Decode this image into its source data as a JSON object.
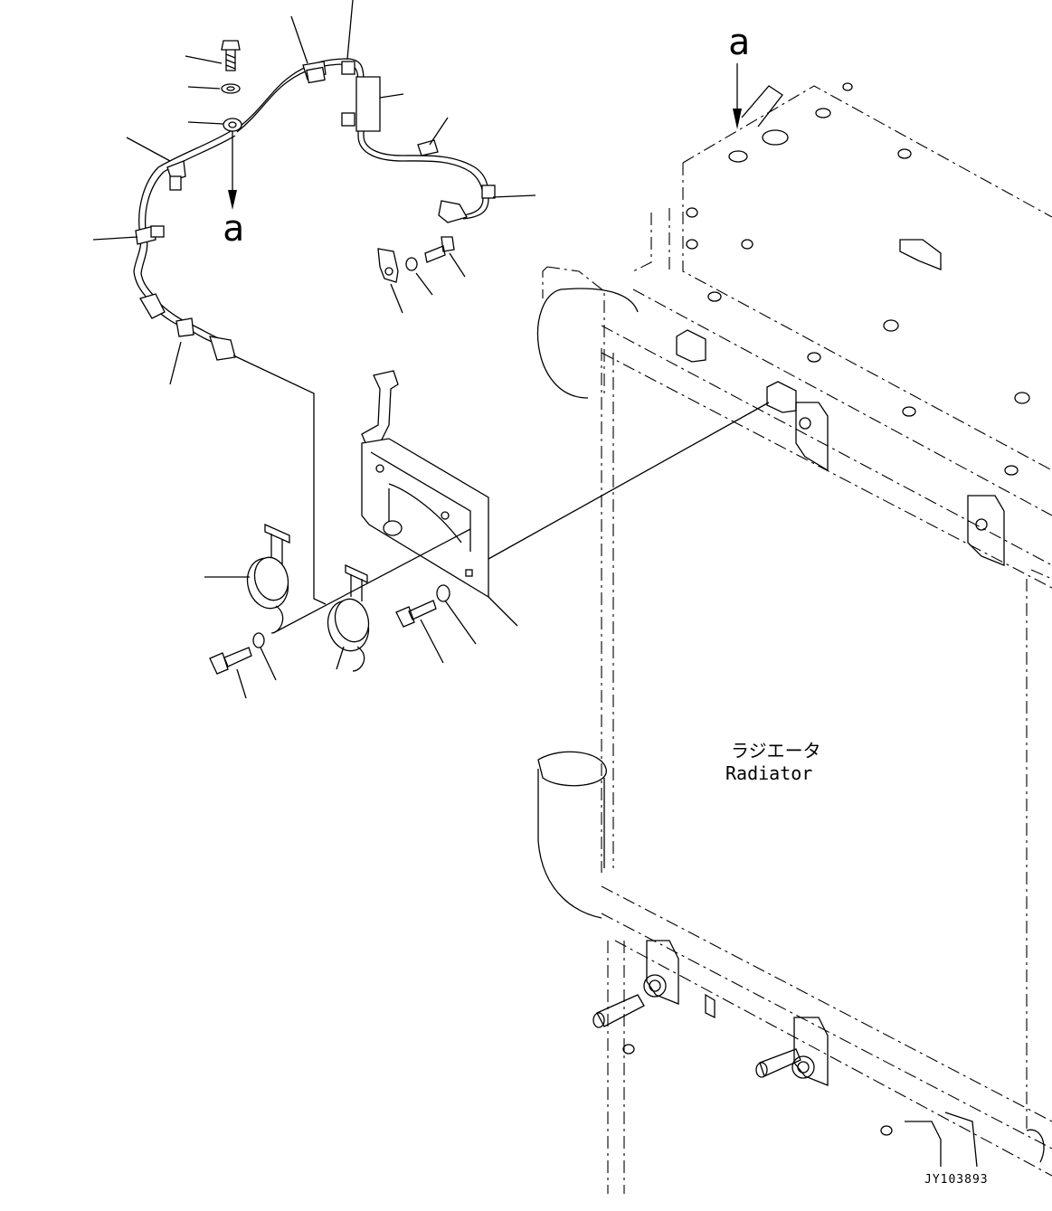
{
  "figure": {
    "view_label_top": "a",
    "view_label_left": "a",
    "radiator_label_jp": "ラジエータ",
    "radiator_label_en": "Radiator",
    "drawing_number": "JY103893"
  }
}
